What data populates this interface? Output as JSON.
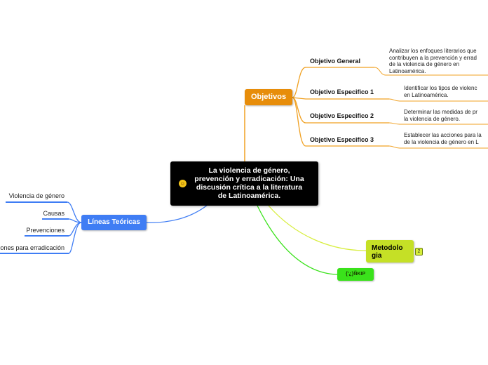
{
  "central": {
    "lines": [
      "La violencia de género,",
      "prevención y erradicación: Una",
      "discusión crítica a la literatura",
      "de Latinoamérica."
    ],
    "icon": "emoji-icon"
  },
  "objetivos": {
    "label": "Objetivos",
    "color": "#e78d0a",
    "items": [
      {
        "label": "Objetivo General",
        "desc": [
          "Analizar los enfoques literarios que",
          "contribuyen a la prevención y errad",
          "de la violencia de género en",
          "Latinoamérica."
        ]
      },
      {
        "label": "Objetivo Especifico 1",
        "desc": [
          "Identificar los tipos de violenc",
          "en Latinoamérica."
        ]
      },
      {
        "label": "Objetivo Especifico 2",
        "desc": [
          "Determinar las medidas de pr",
          "la violencia de género."
        ]
      },
      {
        "label": "Objetivo Especifico 3",
        "desc": [
          "Establecer las acciones para la",
          "de la violencia de género en L"
        ]
      }
    ]
  },
  "lineas": {
    "label": "Líneas Teóricas",
    "color": "#3f7df4",
    "items": [
      "Violencia de género",
      "Causas",
      "Prevenciones",
      "ciones para erradicación"
    ]
  },
  "metodologia": {
    "lines": [
      "Metodolo",
      "gia"
    ],
    "badge": "2",
    "color": "#c5e026"
  },
  "extra": {
    "label": "{'¿}ÑKIP",
    "color": "#3ae21b"
  }
}
